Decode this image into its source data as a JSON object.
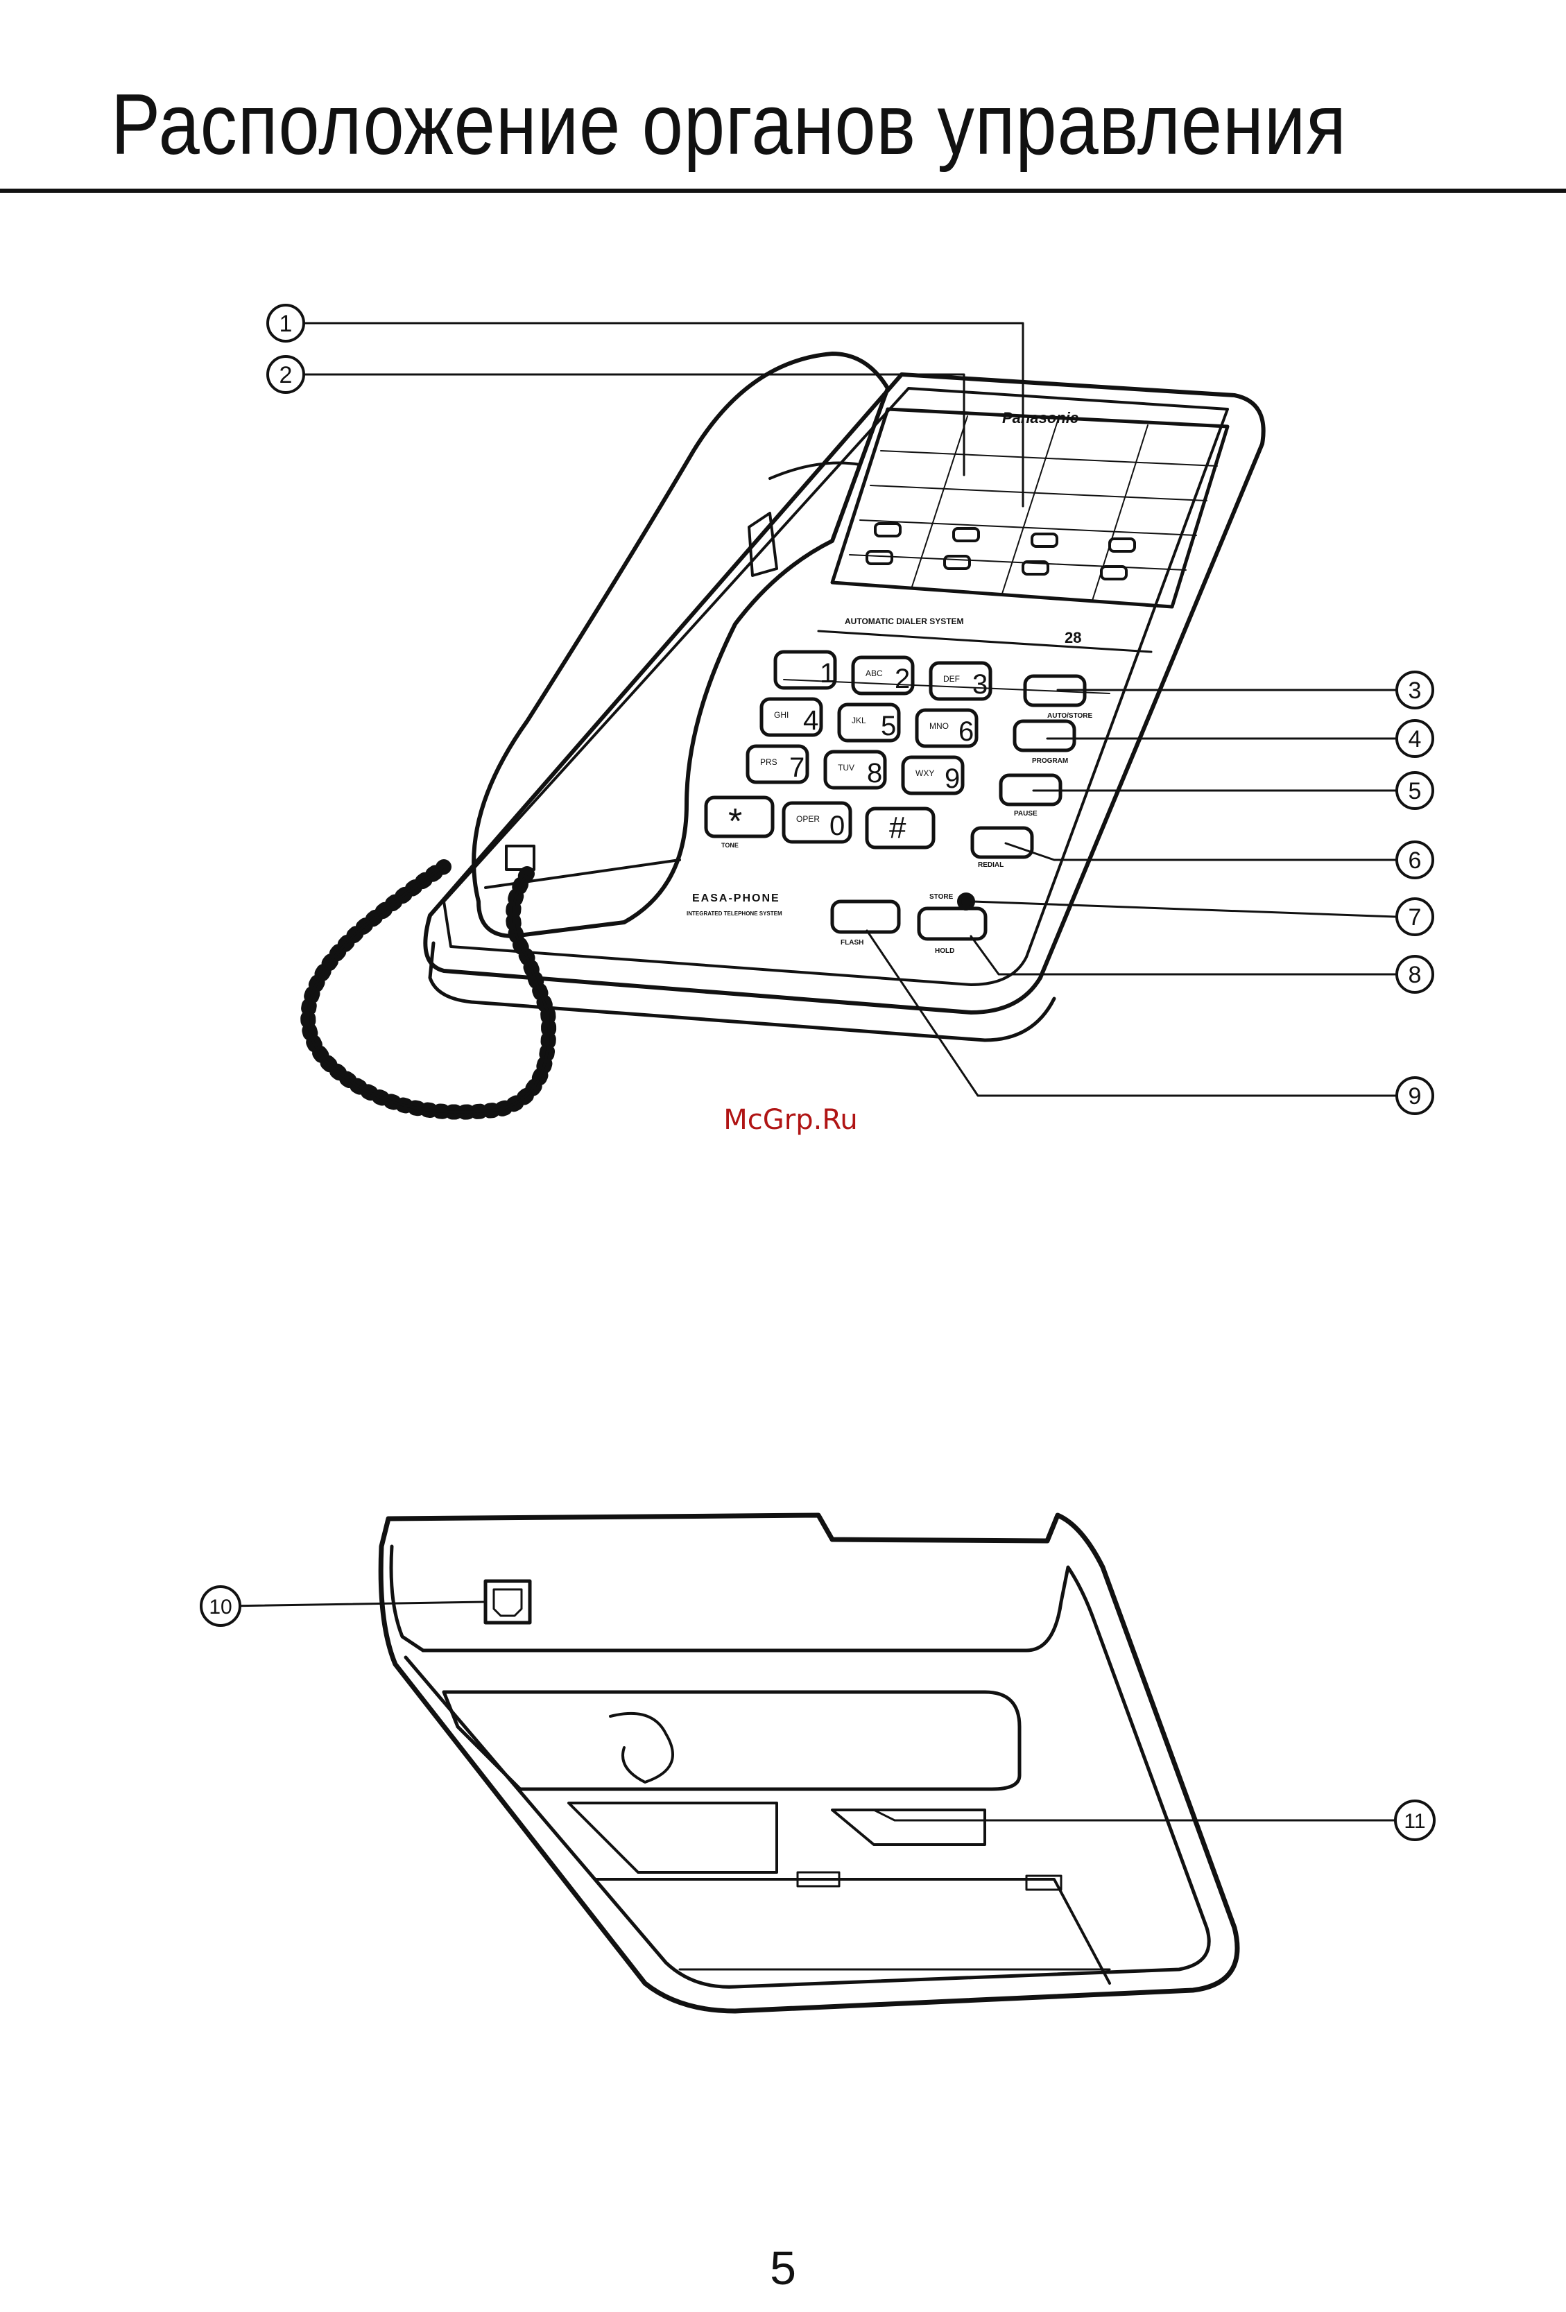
{
  "page": {
    "title": "Расположение органов управления",
    "page_number": "5",
    "watermark": "McGrp.Ru"
  },
  "phone_front": {
    "brand": "Panasonic",
    "system_label": "AUTOMATIC DIALER SYSTEM",
    "memory_count": "28",
    "model_label": "EASA-PHONE",
    "model_sublabel": "INTEGRATED TELEPHONE SYSTEM",
    "keys": [
      {
        "digit": "1",
        "letters": ""
      },
      {
        "digit": "2",
        "letters": "ABC"
      },
      {
        "digit": "3",
        "letters": "DEF"
      },
      {
        "digit": "4",
        "letters": "GHI"
      },
      {
        "digit": "5",
        "letters": "JKL"
      },
      {
        "digit": "6",
        "letters": "MNO"
      },
      {
        "digit": "7",
        "letters": "PRS"
      },
      {
        "digit": "8",
        "letters": "TUV"
      },
      {
        "digit": "9",
        "letters": "WXY"
      },
      {
        "digit": "*",
        "letters": ""
      },
      {
        "digit": "0",
        "letters": "OPER"
      },
      {
        "digit": "#",
        "letters": ""
      }
    ],
    "tone_label": "TONE",
    "side_buttons": {
      "auto_store": "AUTO/STORE",
      "program": "PROGRAM",
      "pause": "PAUSE",
      "redial": "REDIAL",
      "flash": "FLASH",
      "hold": "HOLD",
      "store_indicator": "STORE"
    },
    "callouts": [
      "1",
      "2",
      "3",
      "4",
      "5",
      "6",
      "7",
      "8",
      "9"
    ]
  },
  "phone_bottom": {
    "callouts": [
      "10",
      "11"
    ]
  }
}
